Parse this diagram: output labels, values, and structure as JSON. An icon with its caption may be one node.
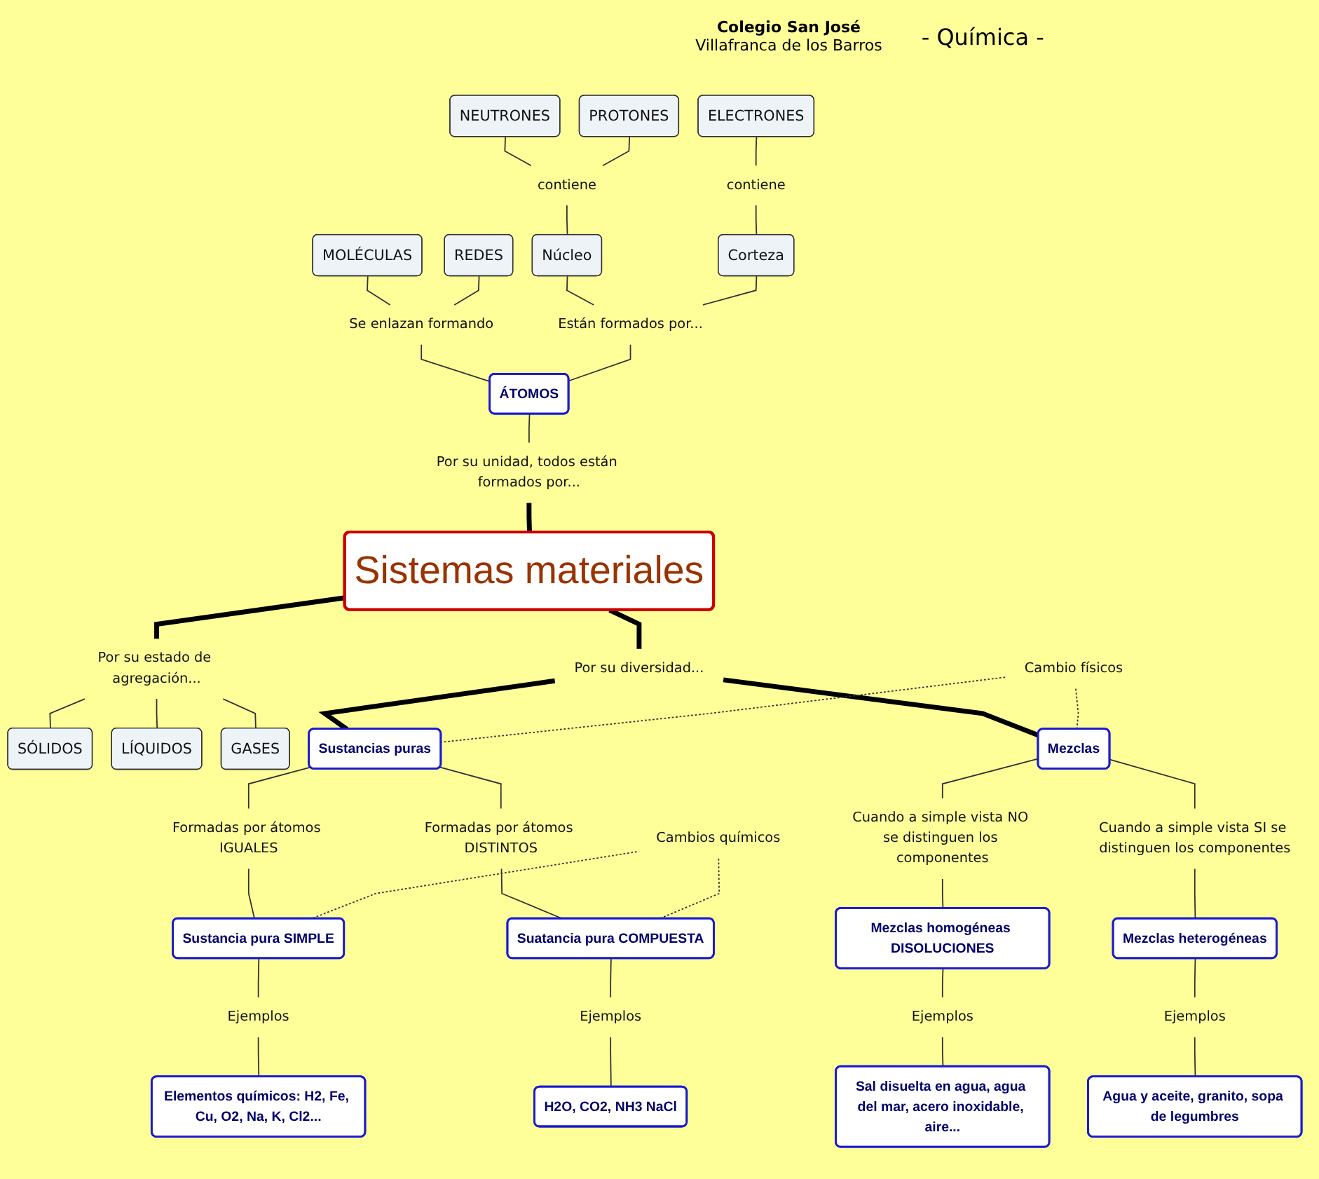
{
  "diagram": {
    "nodes": [
      {
        "text": [
          "MOLÉCULAS"
        ]
      },
      {
        "text": [
          "REDES"
        ]
      },
      {
        "text": [
          "Se enlazan formando"
        ]
      },
      {
        "text": [
          "Núcleo"
        ]
      },
      {
        "text": [
          "contiene"
        ]
      },
      {
        "text": [
          "NEUTRONES"
        ]
      },
      {
        "text": [
          "ÁTOMOS"
        ]
      },
      {
        "text": [
          "Están formados por..."
        ]
      },
      {
        "text": [
          "PROTONES"
        ]
      },
      {
        "text": [
          "Corteza"
        ]
      },
      {
        "text": [
          "contiene"
        ]
      },
      {
        "text": [
          "ELECTRONES"
        ]
      },
      {
        "text": [
          "Por su unidad, todos están formados por..."
        ]
      },
      {
        "text": [
          "SÓLIDOS"
        ]
      },
      {
        "text": [
          "Sistemas materiales"
        ]
      },
      {
        "text": [
          "Por su estado de agregación..."
        ]
      },
      {
        "text": [
          "LÍQUIDOS"
        ]
      },
      {
        "text": [
          "GASES"
        ]
      },
      {
        "text": [
          "Por su diversidad..."
        ]
      },
      {
        "text": [
          "Sustancias puras"
        ]
      },
      {
        "text": [
          "Cambio físicos"
        ]
      },
      {
        "text": [
          "Mezclas"
        ]
      },
      {
        "text": [
          "Formadas por átomos IGUALES"
        ]
      },
      {
        "text": [
          "Formadas por átomos DISTINTOS"
        ]
      },
      {
        "text": [
          "Cuando a simple vista NO se distinguen los componentes"
        ]
      },
      {
        "text": [
          "Cuando a simple vista SI se distinguen los componentes"
        ]
      },
      {
        "text": [
          "Sustancia pura SIMPLE"
        ]
      },
      {
        "text": [
          "Cambios químicos"
        ]
      },
      {
        "text": [
          "Suatancia pura COMPUESTA"
        ]
      },
      {
        "text": [
          "Mezclas homogéneas DISOLUCIONES"
        ]
      },
      {
        "text": [
          "Mezclas heterogéneas"
        ]
      },
      {
        "text": [
          "Ejemplos"
        ]
      },
      {
        "text": [
          "Ejemplos"
        ]
      },
      {
        "text": [
          "Ejemplos"
        ]
      },
      {
        "text": [
          "Ejemplos"
        ]
      },
      {
        "text": [
          "Elementos químicos: H2, Fe, Cu, O2, Na, K, Cl2..."
        ]
      },
      {
        "text": [
          "H2O, CO2, NH3 NaCl"
        ]
      },
      {
        "text": [
          "Sal disuelta en agua, agua del mar, acero inoxidable, aire..."
        ]
      },
      {
        "text": [
          "Agua y aceite, granito, sopa de legumbres"
        ]
      }
    ],
    "edges": [
      {
        "from": 0,
        "to": 2,
        "arrow": "none"
      },
      {
        "from": 1,
        "to": 2,
        "arrow": "none"
      },
      {
        "from": 2,
        "to": 6,
        "arrow": "none"
      },
      {
        "from": 7,
        "to": 6,
        "arrow": "none"
      },
      {
        "from": 3,
        "to": 7,
        "arrow": "none"
      },
      {
        "from": 9,
        "to": 7,
        "arrow": "none"
      },
      {
        "from": 4,
        "to": 3,
        "arrow": "none"
      },
      {
        "from": 5,
        "to": 4,
        "arrow": "none"
      },
      {
        "from": 8,
        "to": 4,
        "arrow": "none"
      },
      {
        "from": 10,
        "to": 9,
        "arrow": "none"
      },
      {
        "from": 11,
        "to": 10,
        "arrow": "none"
      },
      {
        "from": 6,
        "to": 12,
        "arrow": "none"
      },
      {
        "from": 12,
        "to": 14,
        "arrow": "none",
        "style": "thick"
      },
      {
        "from": 14,
        "to": 15,
        "arrow": "none",
        "style": "thick"
      },
      {
        "from": 15,
        "to": 13,
        "arrow": "none"
      },
      {
        "from": 15,
        "to": 16,
        "arrow": "none"
      },
      {
        "from": 15,
        "to": 17,
        "arrow": "none"
      },
      {
        "from": 14,
        "to": 18,
        "arrow": "none",
        "style": "thick"
      },
      {
        "from": 18,
        "to": 19,
        "arrow": "none",
        "style": "thick"
      },
      {
        "from": 18,
        "to": 21,
        "arrow": "none",
        "style": "thick"
      },
      {
        "from": 20,
        "to": 19,
        "arrow": "none",
        "style": "dashed"
      },
      {
        "from": 20,
        "to": 21,
        "arrow": "none",
        "style": "dashed"
      },
      {
        "from": 19,
        "to": 22,
        "arrow": "none"
      },
      {
        "from": 22,
        "to": 26,
        "arrow": "none"
      },
      {
        "from": 19,
        "to": 23,
        "arrow": "none"
      },
      {
        "from": 23,
        "to": 28,
        "arrow": "none"
      },
      {
        "from": 21,
        "to": 24,
        "arrow": "none"
      },
      {
        "from": 24,
        "to": 29,
        "arrow": "none"
      },
      {
        "from": 21,
        "to": 25,
        "arrow": "none"
      },
      {
        "from": 25,
        "to": 30,
        "arrow": "none"
      },
      {
        "from": 27,
        "to": 26,
        "arrow": "none",
        "style": "dashed"
      },
      {
        "from": 27,
        "to": 28,
        "arrow": "none",
        "style": "dashed"
      },
      {
        "from": 26,
        "to": 31,
        "arrow": "none"
      },
      {
        "from": 31,
        "to": 35,
        "arrow": "none"
      },
      {
        "from": 28,
        "to": 32,
        "arrow": "none"
      },
      {
        "from": 32,
        "to": 36,
        "arrow": "none"
      },
      {
        "from": 29,
        "to": 33,
        "arrow": "none"
      },
      {
        "from": 33,
        "to": 37,
        "arrow": "none"
      },
      {
        "from": 30,
        "to": 34,
        "arrow": "none"
      },
      {
        "from": 34,
        "to": 38,
        "arrow": "none"
      }
    ],
    "labels": [
      "Colegio San José",
      "Villafranca de los Barros",
      "- Química -"
    ]
  }
}
